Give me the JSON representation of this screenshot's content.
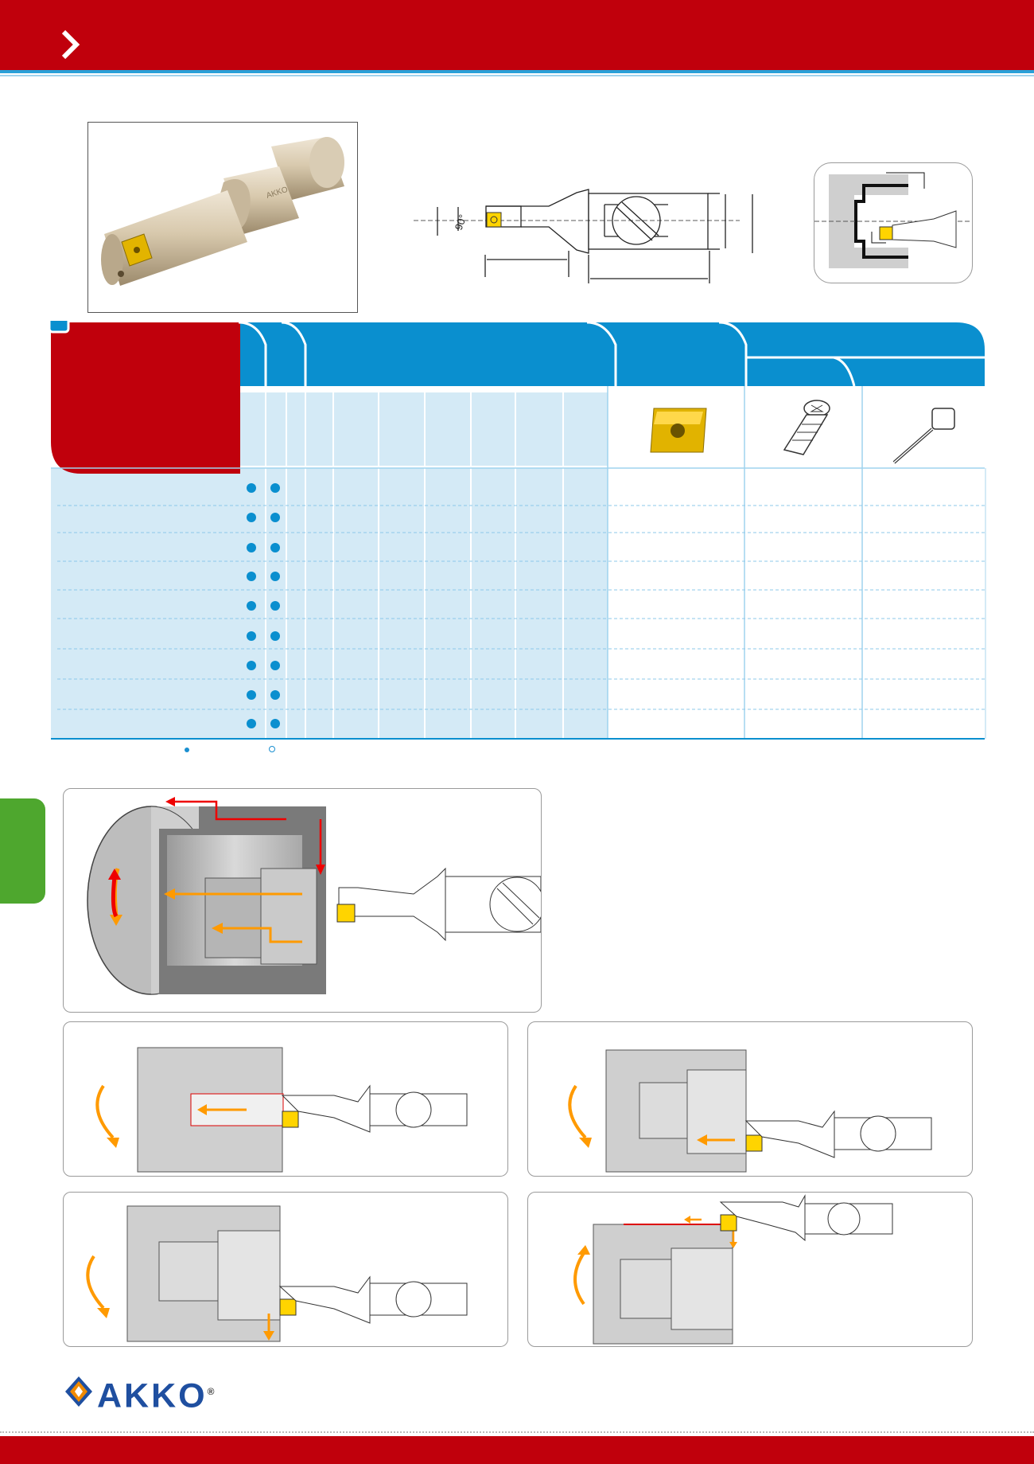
{
  "header": {
    "chevron_icon": "chevron-right-icon",
    "brand_color": "#c0000c",
    "accent_color": "#2aa0d8"
  },
  "diagram": {
    "angle_label": "90°"
  },
  "table": {
    "header_color": "#0a8fcf",
    "body_color": "#d4eaf6",
    "corner_color": "#c0000c",
    "row_count": 9,
    "icons": [
      "insert-icon",
      "screw-icon",
      "torx-key-icon"
    ]
  },
  "legend": {
    "filled_marker": "●",
    "open_marker": "○"
  },
  "footer": {
    "logo_text": "AKKO",
    "registered_mark": "®"
  }
}
